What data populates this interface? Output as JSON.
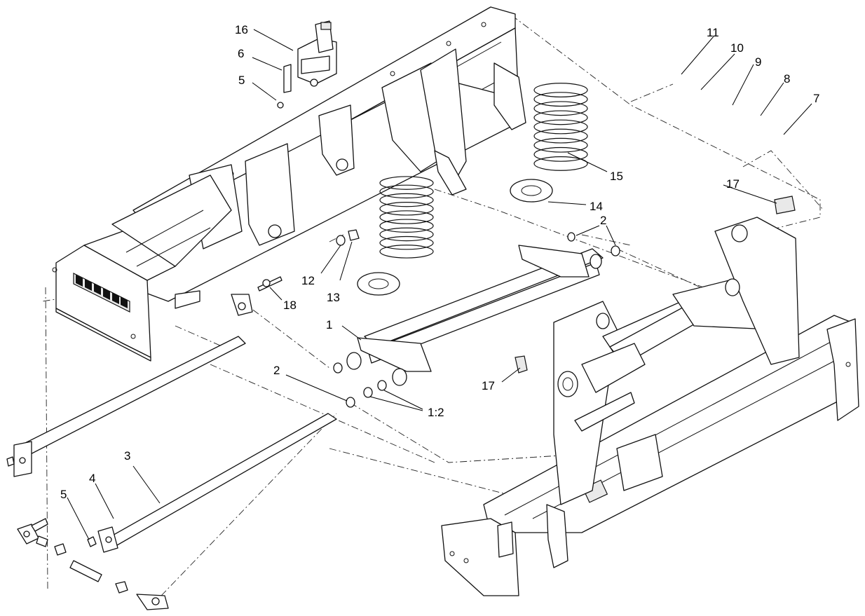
{
  "diagram": {
    "callouts": {
      "c1": "1",
      "c1_2": "1:2",
      "c2a": "2",
      "c2b": "2",
      "c3": "3",
      "c4": "4",
      "c5a": "5",
      "c5b": "5",
      "c6": "6",
      "c7": "7",
      "c8": "8",
      "c9": "9",
      "c10": "10",
      "c11": "11",
      "c12": "12",
      "c13": "13",
      "c14": "14",
      "c15": "15",
      "c16": "16",
      "c17a": "17",
      "c17b": "17",
      "c18": "18"
    }
  }
}
